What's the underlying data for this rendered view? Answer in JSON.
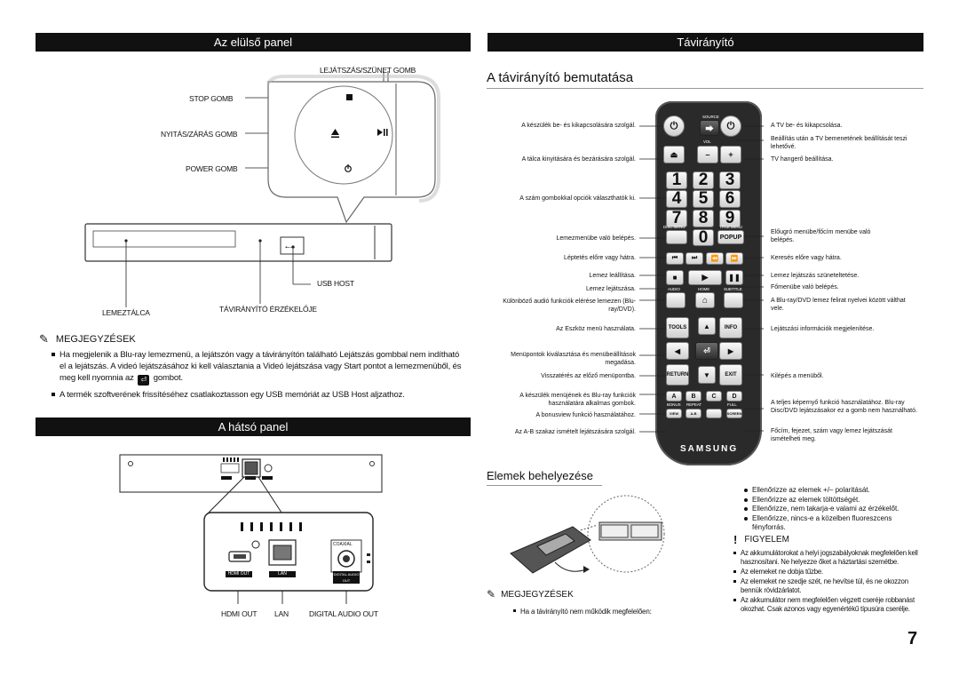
{
  "front": {
    "title": "Az elülső panel",
    "callouts": {
      "play_pause": "LEJÁTSZÁS/SZÜNET GOMB",
      "stop": "STOP GOMB",
      "open_close": "NYITÁS/ZÁRÁS GOMB",
      "power": "POWER GOMB",
      "usb_host": "USB HOST",
      "disc_tray": "LEMEZTÁLCA",
      "remote_sensor": "TÁVIRÁNYÍTÓ ÉRZÉKELŐJE"
    },
    "notes_title": "MEGJEGYZÉSEK",
    "notes": [
      "Ha megjelenik a Blu-ray lemezmenü, a lejátszón vagy a távirányítón található Lejátszás gombbal nem indítható el a lejátszás. A videó lejátszásához ki kell választania a Videó lejátszása vagy Start pontot a lemezmenüből, és meg kell nyomnia az",
      "gombot.",
      "A termék szoftverének frissítéséhez csatlakoztasson egy USB memóriát az USB Host aljzathoz."
    ]
  },
  "back": {
    "title": "A hátsó panel",
    "ports": [
      "HDMI OUT",
      "LAN",
      "DIGITAL AUDIO OUT"
    ],
    "port_tags": [
      "HDMI OUT",
      "LAN",
      "DIGITAL AUDIO OUT"
    ],
    "coaxial": "COAXIAL"
  },
  "remote": {
    "title": "Távirányító",
    "heading": "A távirányító bemutatása",
    "left_labels": [
      "A készülék be- és kikapcsolására szolgál.",
      "A tálca kinyitására és bezárására szolgál.",
      "A szám gombokkal opciók választhatók ki.",
      "Lemezmenübe való belépés.",
      "Léptetés előre vagy hátra.",
      "Lemez leállítása.",
      "Lemez lejátszása.",
      "Különböző audió funkciók elérése lemezen (Blu-ray/DVD).",
      "Az Eszköz menü használata.",
      "Menüpontok kiválasztása és menübeállítások megadása.",
      "Visszatérés az előző menüpontba.",
      "A készülék menüjének és Blu-ray funkciók használatára alkalmas gombok.",
      "A bonusview funkció használatához.",
      "Az A-B szakaz ismételt lejátszására szolgál."
    ],
    "right_labels": [
      "A TV be- és kikapcsolása.",
      "Beállítás után a TV bemenetének beállítását teszi lehetővé.",
      "TV hangerő beállítása.",
      "Előugró menübe/főcím menübe való belépés.",
      "Keresés előre vagy hátra.",
      "Lemez lejátszás szüneteltetése.",
      "Főmenübe való belépés.",
      "A Blu-ray/DVD lemez felirat nyelvei között válthat vele.",
      "Lejátszási információk megjelenítése.",
      "Kilépés a menüből.",
      "A teljes képernyő funkció használatához. Blu-ray Disc/DVD lejátszásakor ez a gomb nem használható.",
      "Főcím, fejezet, szám vagy lemez lejátszását ismételheti meg."
    ],
    "keys": {
      "source": "SOURCE",
      "vol": "VOL",
      "numbers": [
        "1",
        "2",
        "3",
        "4",
        "5",
        "6",
        "7",
        "8",
        "9",
        "0"
      ],
      "disc_menu": "DISC MENU",
      "title_menu": "TITLE MENU",
      "popup": "POPUP",
      "audio": "AUDIO",
      "home": "HOME",
      "subtitle": "SUBTITLE",
      "tools": "TOOLS",
      "info": "INFO",
      "return": "RETURN",
      "exit": "EXIT",
      "colors": [
        "A",
        "B",
        "C",
        "D"
      ],
      "bonus": "BONUS",
      "view": "VIEW",
      "repeat": "REPEAT",
      "ab": "A-B",
      "full": "FULL",
      "screen": "SCREEN",
      "brand": "SAMSUNG"
    }
  },
  "batteries": {
    "title": "Elemek behelyezése",
    "checks": [
      "Ellenőrizze az elemek +/– polaritását.",
      "Ellenőrizze az elemek töltöttségét.",
      "Ellenőrizze, nem takarja-e valami az érzékelőt.",
      "Ellenőrizze, nincs-e a közelben fluoreszcens fényforrás."
    ],
    "caution_title": "FIGYELEM",
    "caution": [
      "Az akkumulátorokat a helyi jogszabályoknak megfelelően kell hasznosítani. Ne helyezze őket a háztartási szemétbe.",
      "Az elemeket ne dobja tűzbe.",
      "Az elemeket ne szedje szét, ne hevítse túl, és ne okozzon bennük rövidzárlatot.",
      "Az akkumulátor nem megfelelően végzett cseréje robbanást okozhat. Csak azonos vagy egyenértékű típusúra cserélje."
    ],
    "notes_title": "MEGJEGYZÉSEK",
    "notes": [
      "Ha a távirányító nem működik megfelelően:"
    ]
  },
  "page_number": "7"
}
